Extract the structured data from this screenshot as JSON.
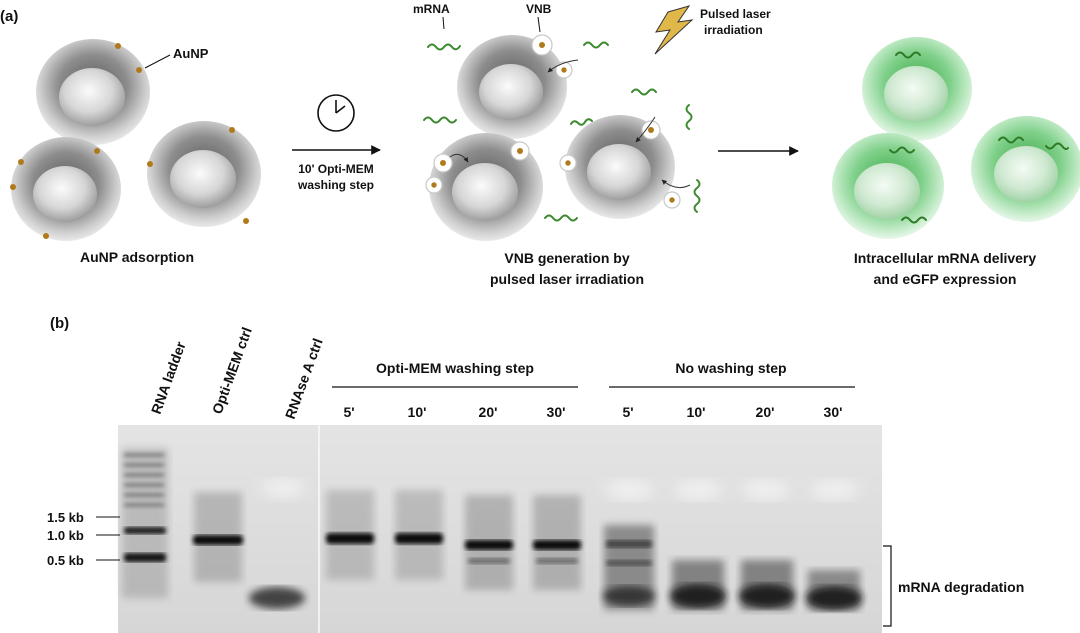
{
  "panel_a": {
    "label": "(a)",
    "aunp_label": "AuNP",
    "mrna_label": "mRNA",
    "vnb_label": "VNB",
    "laser_line1": "Pulsed laser",
    "laser_line2": "irradiation",
    "wash_line1": "10' Opti-MEM",
    "wash_line2": "washing step",
    "step1_caption": "AuNP adsorption",
    "step2_caption_line1": "VNB generation by",
    "step2_caption_line2": "pulsed laser irradiation",
    "step3_caption_line1": "Intracellular mRNA delivery",
    "step3_caption_line2": "and eGFP expression",
    "colors": {
      "aunp": "#b07a1c",
      "mrna": "#3c8a2e",
      "cell_gray": "#8a8a8a",
      "cell_green": "#62c46e",
      "bolt": "#e0b84a"
    }
  },
  "panel_b": {
    "label": "(b)",
    "lanes": [
      "RNA ladder",
      "Opti-MEM ctrl",
      "RNAse A ctrl",
      "5'",
      "10'",
      "20'",
      "30'",
      "5'",
      "10'",
      "20'",
      "30'"
    ],
    "group_opti": "Opti-MEM washing step",
    "group_nowash": "No washing step",
    "size_markers": [
      "1.5 kb",
      "1.0 kb",
      "0.5 kb"
    ],
    "degradation_label": "mRNA degradation"
  }
}
